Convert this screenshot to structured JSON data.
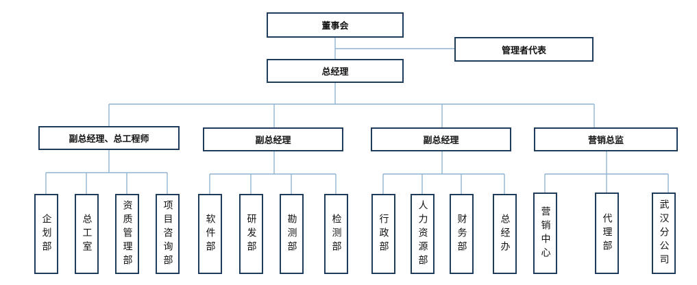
{
  "top": {
    "board": "董事会",
    "representative": "管理者代表",
    "gm": "总经理"
  },
  "level2": [
    "副总经理、总工程师",
    "副总经理",
    "副总经理",
    "营销总监"
  ],
  "departments": [
    "企划部",
    "总工室",
    "资质管理部",
    "项目咨询部",
    "软件部",
    "研发部",
    "勘测部",
    "检测部",
    "行政部",
    "人力资源部",
    "财务部",
    "总经办",
    "营销中心",
    "代理部",
    "武汉分公司"
  ],
  "colors": {
    "box_border": "#1f3b5c",
    "connector": "#8fb3d0"
  }
}
